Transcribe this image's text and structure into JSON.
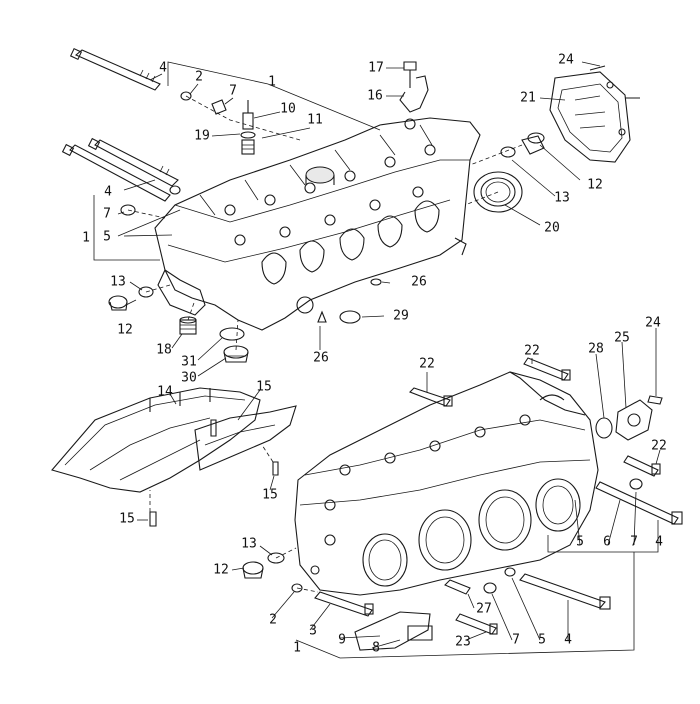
{
  "callouts": {
    "c_4a": "4",
    "c_2a": "2",
    "c_1a": "1",
    "c_7a": "7",
    "c_10": "10",
    "c_11": "11",
    "c_19": "19",
    "c_17": "17",
    "c_16": "16",
    "c_24a": "24",
    "c_21": "21",
    "c_12a": "12",
    "c_13a": "13",
    "c_20": "20",
    "c_4b": "4",
    "c_7b": "7",
    "c_1b": "1",
    "c_5a": "5",
    "c_13b": "13",
    "c_12b": "12",
    "c_26a": "26",
    "c_29": "29",
    "c_26b": "26",
    "c_18": "18",
    "c_31": "31",
    "c_30": "30",
    "c_22a": "22",
    "c_22b": "22",
    "c_28": "28",
    "c_25": "25",
    "c_24b": "24",
    "c_22c": "22",
    "c_14": "14",
    "c_15a": "15",
    "c_15b": "15",
    "c_15c": "15",
    "c_13c": "13",
    "c_12c": "12",
    "c_5b": "5",
    "c_6": "6",
    "c_7c": "7",
    "c_4c": "4",
    "c_2b": "2",
    "c_3": "3",
    "c_1c": "1",
    "c_9": "9",
    "c_8": "8",
    "c_23": "23",
    "c_27": "27",
    "c_7d": "7",
    "c_5c": "5",
    "c_4d": "4"
  }
}
